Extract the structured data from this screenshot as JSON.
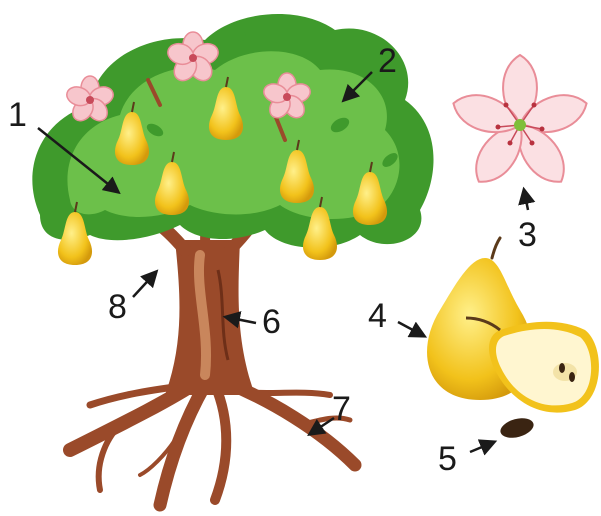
{
  "labels": [
    "1",
    "2",
    "3",
    "4",
    "5",
    "6",
    "7",
    "8"
  ],
  "colors": {
    "leaf_dark": "#3f9a2c",
    "leaf_light": "#6cc04a",
    "trunk": "#9a4a2a",
    "trunk_light": "#c9865c",
    "pear": "#f2c21b",
    "pear_light": "#fbe36a",
    "petal": "#f7c6cc",
    "petal_edge": "#e98d98",
    "seed": "#3a2412",
    "arrow": "#1a1a1a"
  }
}
